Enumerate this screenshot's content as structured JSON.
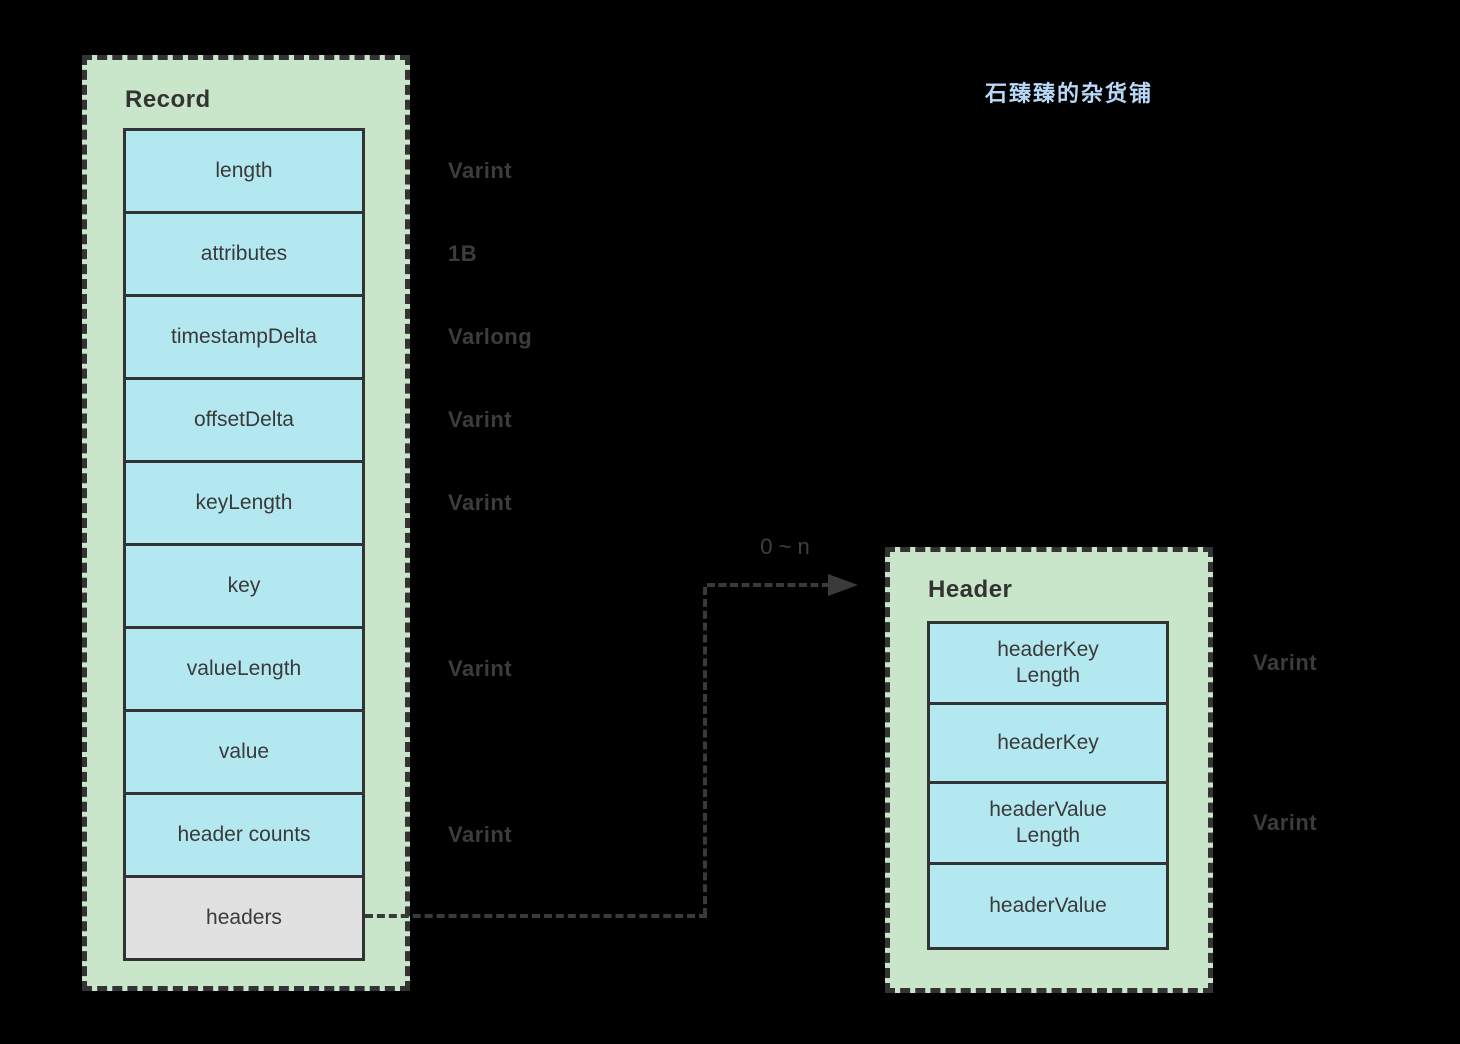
{
  "watermark": "石臻臻的杂货铺",
  "record": {
    "title": "Record",
    "fields": [
      {
        "label": "length",
        "type": "Varint"
      },
      {
        "label": "attributes",
        "type": "1B"
      },
      {
        "label": "timestampDelta",
        "type": "Varlong"
      },
      {
        "label": "offsetDelta",
        "type": "Varint"
      },
      {
        "label": "keyLength",
        "type": "Varint"
      },
      {
        "label": "key",
        "type": ""
      },
      {
        "label": "valueLength",
        "type": "Varint"
      },
      {
        "label": "value",
        "type": ""
      },
      {
        "label": "header counts",
        "type": "Varint"
      },
      {
        "label": "headers",
        "type": ""
      }
    ]
  },
  "header": {
    "title": "Header",
    "fields": [
      {
        "label": "headerKey\nLength",
        "type": "Varint"
      },
      {
        "label": "headerKey",
        "type": ""
      },
      {
        "label": "headerValue\nLength",
        "type": "Varint"
      },
      {
        "label": "headerValue",
        "type": ""
      }
    ]
  },
  "arrow": {
    "label": "0 ~ n"
  },
  "colors": {
    "background": "#000000",
    "container_green": "#c9e5ca",
    "field_blue": "#b4e8f1",
    "field_gray": "#e1e1e1",
    "border_dark": "#333333",
    "dim_label": "#3c3c3c",
    "watermark_blue": "#b9d8f7"
  }
}
